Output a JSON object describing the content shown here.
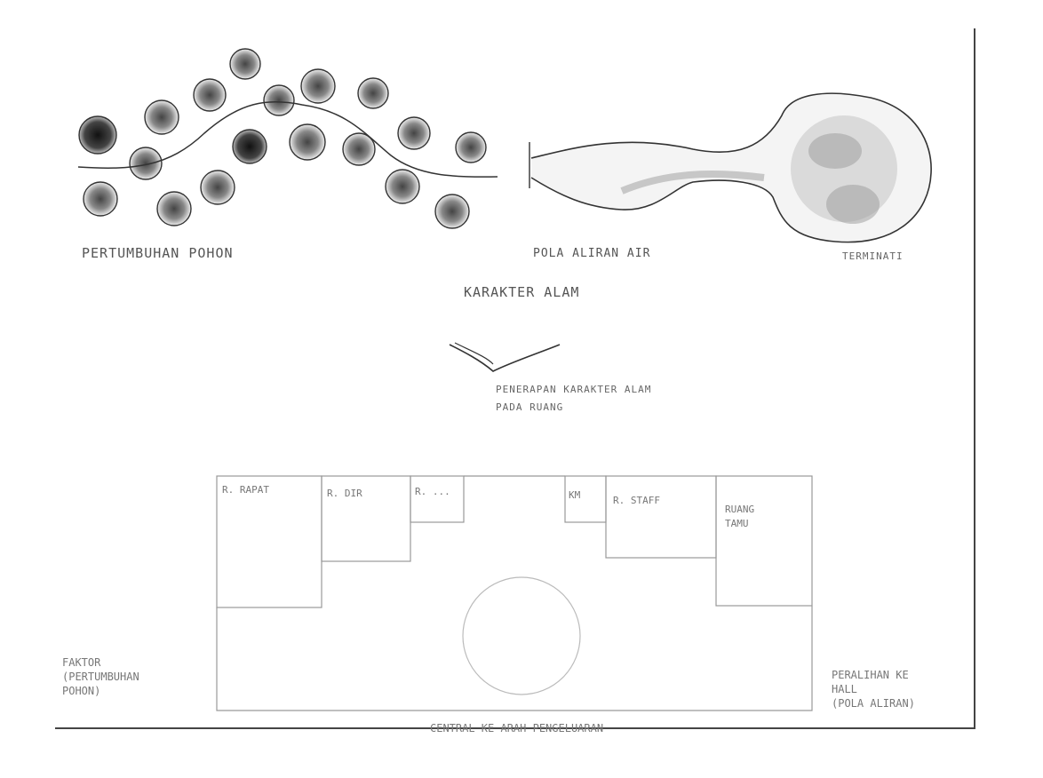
{
  "sketch_top": {
    "trees_label": "PERTUMBUHAN POHON",
    "water_label": "POLA ALIRAN AIR",
    "terminal_label": "TERMINATI",
    "caption": "KARAKTER ALAM"
  },
  "transition": {
    "label_line1": "PENERAPAN KARAKTER ALAM",
    "label_line2": "PADA RUANG"
  },
  "plan": {
    "rooms": [
      {
        "label": "R. RAPAT"
      },
      {
        "label": "R. DIR"
      },
      {
        "label": "R. ..."
      },
      {
        "label": "KM"
      },
      {
        "label": "R. STAFF"
      },
      {
        "label": "RUANG\nTAMU"
      }
    ],
    "left_note": "FAKTOR\n(PERTUMBUHAN\nPOHON)",
    "right_note": "PERALIHAN KE\nHALL\n(POLA ALIRAN)",
    "bottom_note": "CENTRAL KE ARAH PENGELUARAN"
  },
  "colors": {
    "ink": "#555555",
    "frame": "#444444",
    "tree_dark": "#333333"
  }
}
